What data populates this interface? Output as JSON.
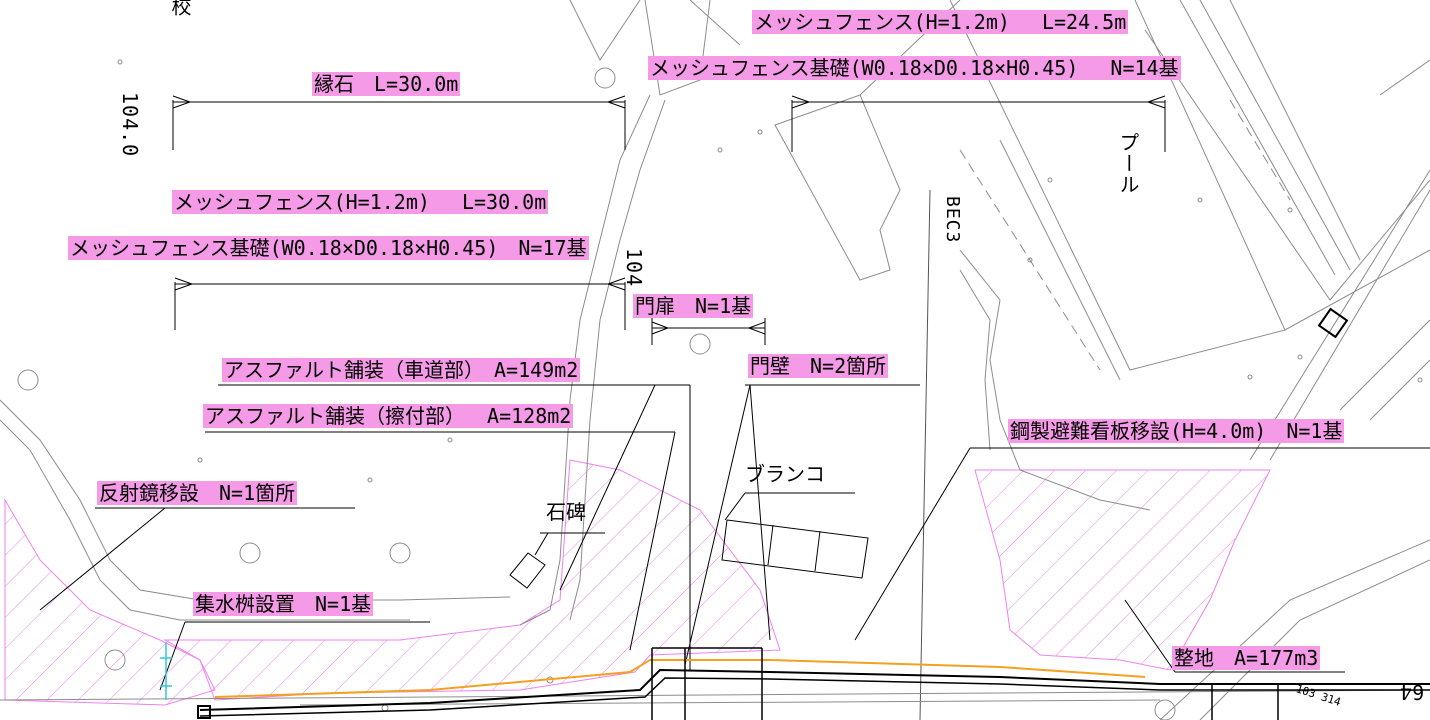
{
  "labels": {
    "school": "校",
    "elev_104_0": "104.0",
    "elev_104": "104",
    "curb": "縁石　L=30.0m",
    "fence_left": "メッシュフェンス(H=1.2m)　 L=30.0m",
    "fence_found_left": "メッシュフェンス基礎(W0.18×D0.18×H0.45)　N=17基",
    "fence_right": "メッシュフェンス(H=1.2m)　 L=24.5m",
    "fence_found_right": "メッシュフェンス基礎(W0.18×D0.18×H0.45)　 N=14基",
    "pool": "プール",
    "bec3": "BEC3",
    "gate_door": "門扉　N=1基",
    "gate_wall": "門壁　N=2箇所",
    "asphalt_road": "アスファルト舗装（車道部）　A=149m2",
    "asphalt_join": "アスファルト舗装（擦付部）　 A=128m2",
    "reflector": "反射鏡移設　N=1箇所",
    "monument": "石碑",
    "swing": "ブランコ",
    "catch_basin": "集水桝設置　N=1基",
    "sign_relocate": "鋼製避難看板移設(H=4.0m)　N=1基",
    "grading": "整地　A=177m3",
    "small_num": "103 314",
    "edge_num": "64"
  },
  "colors": {
    "highlight": "#f49ae6",
    "hatch": "#ee82ee",
    "orange_line": "#f5a020",
    "cyan": "#33c6e0",
    "line": "#000000",
    "gray_line": "#8c8c8c"
  }
}
